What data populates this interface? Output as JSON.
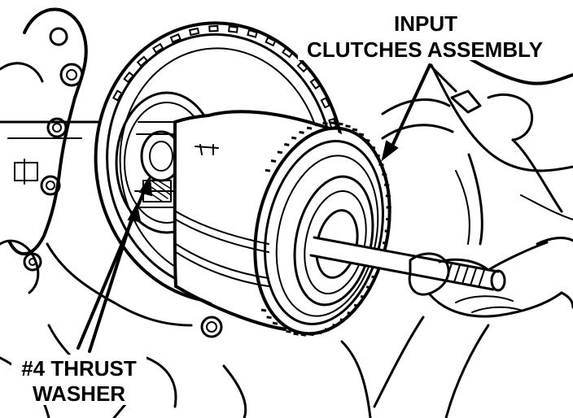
{
  "labels": {
    "input_line1": "INPUT",
    "input_line2": "CLUTCHES ASSEMBLY",
    "washer_line1": "#4 THRUST",
    "washer_line2": "WASHER"
  },
  "colors": {
    "ink": "#000000",
    "paper": "#ffffff"
  }
}
